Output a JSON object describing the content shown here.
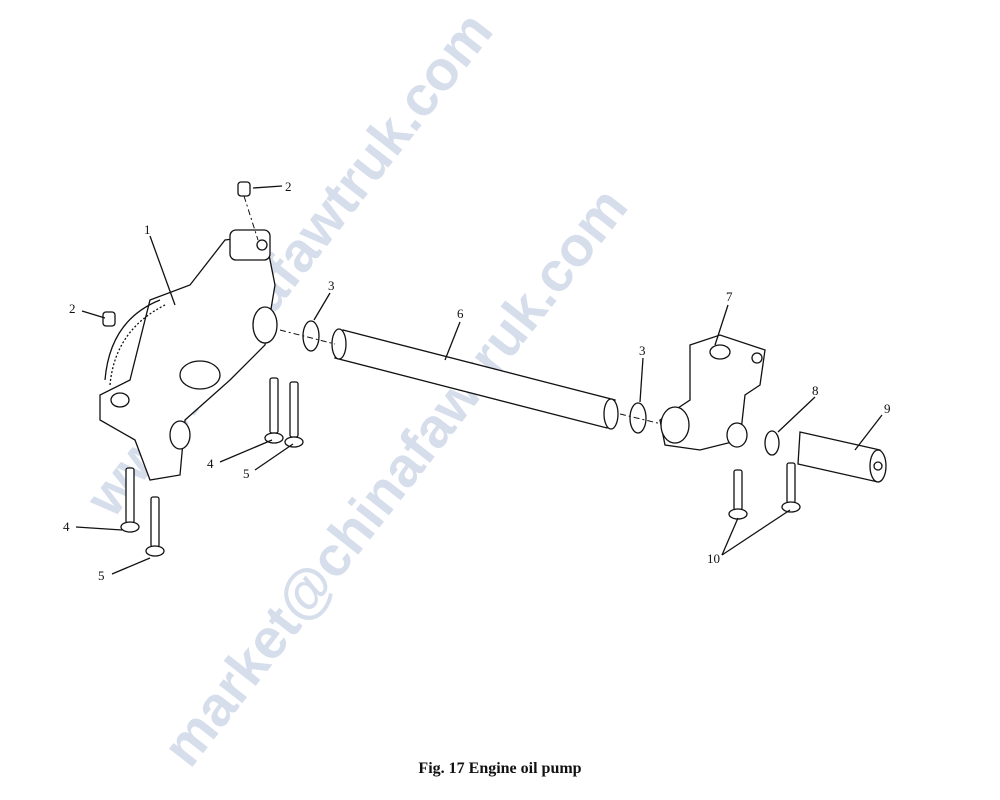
{
  "caption": "Fig. 17 Engine oil pump",
  "watermark": {
    "line1": "www.chinafawtruk.com",
    "line2": "market@chinafawtruk.com"
  },
  "callouts": [
    "1",
    "2",
    "2",
    "3",
    "3",
    "4",
    "4",
    "5",
    "5",
    "6",
    "7",
    "8",
    "9",
    "10"
  ]
}
